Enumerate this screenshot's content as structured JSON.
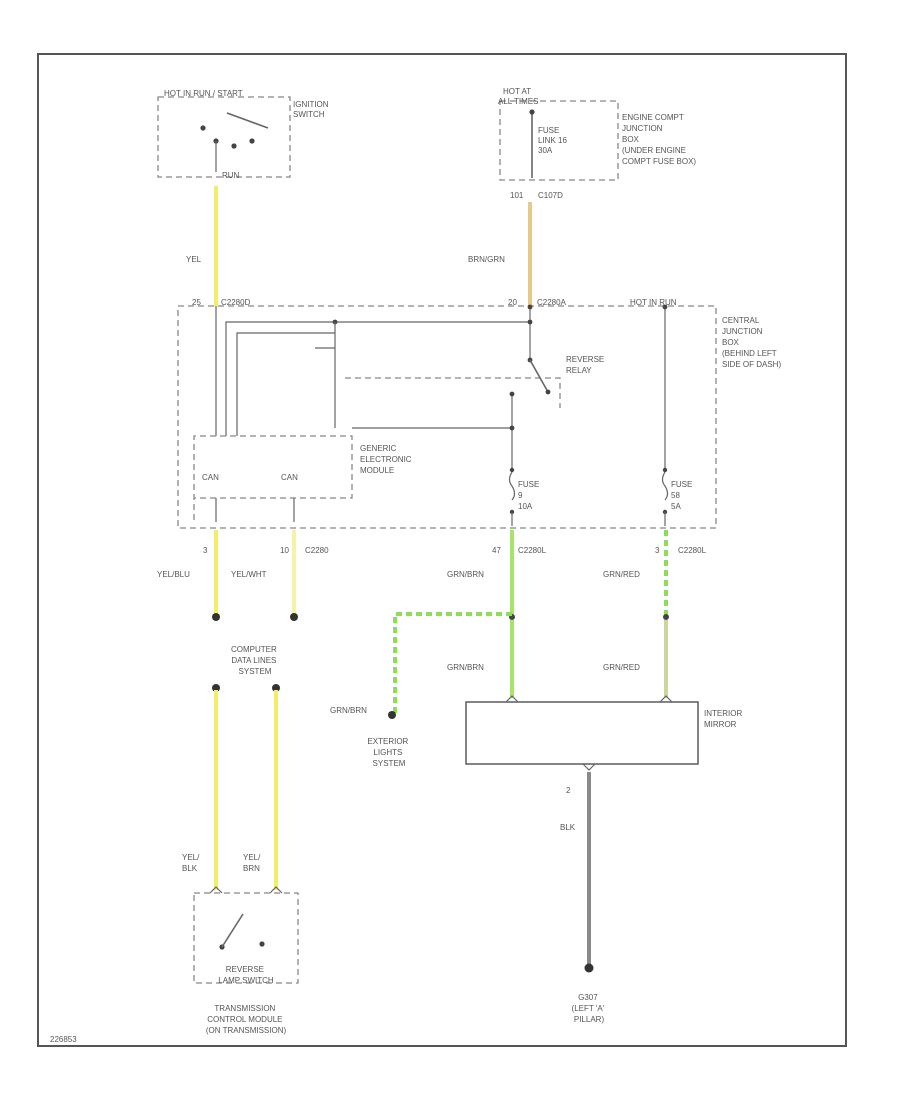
{
  "colors": {
    "yellow": "#f2ee6a",
    "yellow_pale": "#f5f3a8",
    "tan": "#e8c98c",
    "green": "#a6e56a",
    "green_dash": "#8fdc5a",
    "gray_wire": "#8a8a8a"
  },
  "labels": {
    "hot_ign": "HOT IN RUN / START",
    "ign_switch": [
      "IGNITION",
      "SWITCH"
    ],
    "run": "RUN",
    "hot_at": [
      "HOT AT",
      "ALL TIMES"
    ],
    "fuse_link": [
      "FUSE",
      "LINK 16",
      "30A"
    ],
    "engine_jb": [
      "ENGINE COMPT",
      "JUNCTION",
      "BOX",
      "(UNDER ENGINE",
      "COMPT FUSE BOX)"
    ],
    "pin_101": "101",
    "c107d": "C107D",
    "w_yel": "YEL",
    "w_brn": "BRN/GRN",
    "j_pin1": "25",
    "j_pin1_conn": "C2280D",
    "j_pin2": "20",
    "j_pin2_conn": "C2280A",
    "hot_run": "HOT IN RUN",
    "central_jb": [
      "CENTRAL",
      "JUNCTION",
      "BOX",
      "(BEHIND LEFT",
      "SIDE OF DASH)"
    ],
    "reverse_relay": [
      "REVERSE",
      "RELAY"
    ],
    "gem": [
      "GENERIC",
      "ELECTRONIC",
      "MODULE"
    ],
    "can1": "CAN",
    "can2": "CAN",
    "fuse_a": [
      "FUSE",
      "9",
      "10A"
    ],
    "fuse_b": [
      "FUSE",
      "58",
      "5A"
    ],
    "pin_a": "3",
    "pin_b": "10",
    "c2280": "C2280",
    "pin_c": "47",
    "c2280l_1": "C2280L",
    "pin_d": "3",
    "c2280l_2": "C2280L",
    "w_yelblu": "YEL/BLU",
    "w_yelwht": "YEL/WHT",
    "w_grnbrn_1": "GRN/BRN",
    "w_grnred_1": "GRN/RED",
    "cdl": [
      "COMPUTER",
      "DATA LINES",
      "SYSTEM"
    ],
    "w_grnbrn_2": "GRN/BRN",
    "w_grnred_2": "GRN/RED",
    "w_grnbrn_3": "GRN/BRN",
    "ext_lights": [
      "EXTERIOR",
      "LIGHTS",
      "SYSTEM"
    ],
    "mirror": [
      "INTERIOR",
      "MIRROR"
    ],
    "pin_2": "2",
    "w_blk": "BLK",
    "w_yelblk": [
      "YEL/",
      "BLK"
    ],
    "w_yelbrn": [
      "YEL/",
      "BRN"
    ],
    "rev_switch": [
      "REVERSE",
      "LAMP SWITCH"
    ],
    "tcm": [
      "TRANSMISSION",
      "CONTROL MODULE",
      "(ON TRANSMISSION)"
    ],
    "ground": [
      "G307",
      "(LEFT 'A'",
      "PILLAR)"
    ],
    "fig_id": "226853"
  }
}
